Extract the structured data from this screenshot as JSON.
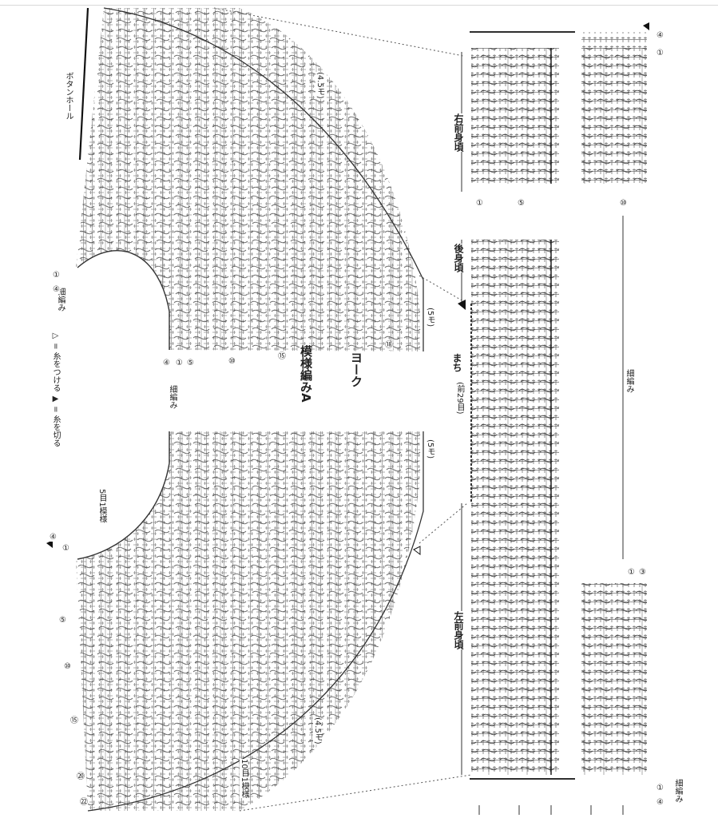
{
  "labels": {
    "yoke": "ヨーク",
    "pattern_a": "模様編みA",
    "right_front": "右前身頃",
    "back": "後身頃",
    "left_front": "左前身頃",
    "machi": "まち",
    "machi_note": "(前29目)",
    "buttonhole": "ボタンホール",
    "edging": "細編み",
    "edging_right": "細編み",
    "edging_lower": "細編み",
    "edging_br": "細編み",
    "repeat_5": "5目1模様",
    "repeat_10": "10目1模様",
    "count_45_top": "(4.5モ)",
    "count_5_top": "(5モ)",
    "count_5_bottom": "(5モ)",
    "count_45_bottom": "(4.5モ)",
    "legend_attach": "▷ = 糸をつける",
    "legend_cut": "▶ = 糸を切る"
  },
  "row_numbers": {
    "yoke_left": [
      "①",
      "④"
    ],
    "yoke_center": [
      "④",
      "①",
      "⑤",
      "⑩",
      "⑮",
      "⑱"
    ],
    "yoke_bottom": [
      "④",
      "①",
      "⑤",
      "⑩",
      "⑮",
      "⑳",
      "㉒"
    ],
    "body_top": [
      "①",
      "⑤",
      "⑩"
    ],
    "body_right_top": [
      "④",
      "①"
    ],
    "body_right_mid": [
      "③",
      "①"
    ],
    "body_right_bottom": [
      "①",
      "④"
    ]
  }
}
